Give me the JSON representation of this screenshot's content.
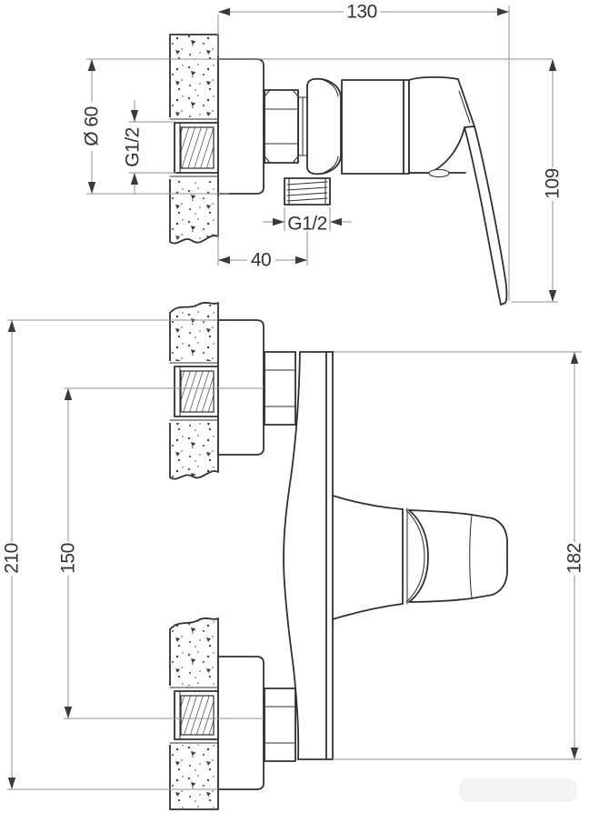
{
  "drawing": {
    "colors": {
      "outline": "#303030",
      "dimension_lines": "#8f8f8f",
      "label_text": "#333333",
      "background": "#ffffff"
    },
    "side_view": {
      "dim_overall_depth": "130",
      "dim_escutcheon_diameter": "Ø 60",
      "dim_inlet_thread": "G1/2",
      "dim_outlet_thread": "G1/2",
      "dim_outlet_offset": "40",
      "dim_handle_drop": "109"
    },
    "front_view": {
      "dim_overall_height": "210",
      "dim_inlet_spacing": "150",
      "dim_body_height": "182"
    }
  }
}
